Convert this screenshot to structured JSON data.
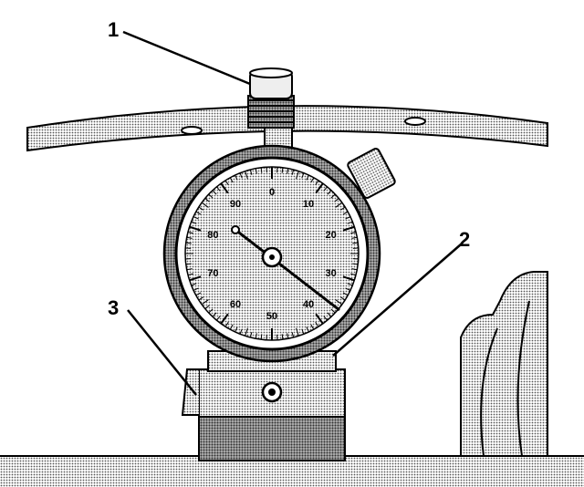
{
  "callouts": [
    {
      "id": "1",
      "label": "1"
    },
    {
      "id": "2",
      "label": "2"
    },
    {
      "id": "3",
      "label": "3"
    }
  ],
  "dial_numbers": [
    "0",
    "10",
    "20",
    "30",
    "40",
    "50",
    "60",
    "70",
    "80",
    "90"
  ],
  "colors": {
    "line": "#000000",
    "paper": "#ffffff",
    "shade_light": "#d9d9d9",
    "shade_mid": "#b3b3b3",
    "shade_dark": "#8a8a8a"
  }
}
